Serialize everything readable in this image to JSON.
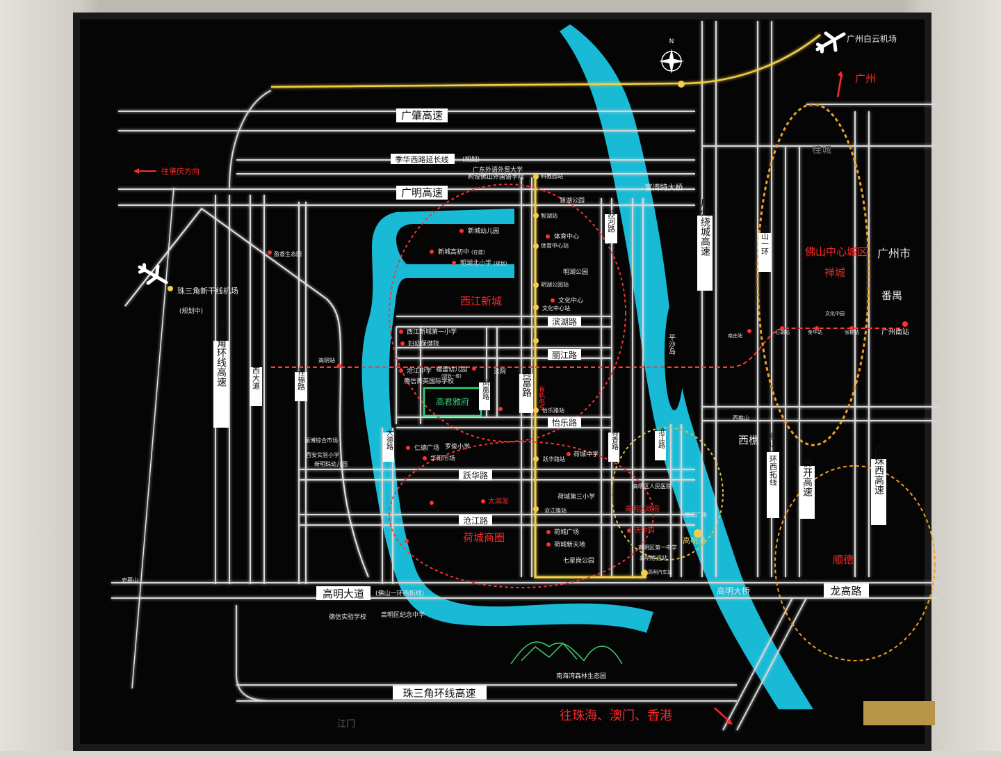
{
  "roads": {
    "guangzhao": "广肇高速",
    "jihua_ext": "季华西路延长线",
    "jihua_ext_note": "(规划)",
    "guangming": "广明高速",
    "pearl_ring": "珠三角环线高速",
    "pearl_ring_vertical": "珠三角环线高速",
    "yangxi": "杨西大道",
    "xiangfu": "祥福路",
    "hefu": "荷富路",
    "suhe": "苏河路",
    "binhu": "滨湖路",
    "lijiang": "丽江路",
    "yile": "怡乐路",
    "dade": "大德路",
    "fenghuang": "凤凰路",
    "yuehua": "跃华路",
    "cangjiang": "沧江路",
    "hexiang": "荷香路",
    "cangjiang_v": "沧江路",
    "gaoming_ave": "高明大道",
    "gaoming_ave_note": "(佛山一环西拓线)",
    "gz_ring": "广州绕城高速",
    "fs_ring1": "佛山一环",
    "fs_ring1_west": "佛山一环西拓线",
    "fokai": "佛开高速",
    "guangzhu_west": "广珠西高速",
    "longgao": "龙高路",
    "fuwan_bridge": "富湾特大桥",
    "gaoming_bridge": "高明大桥"
  },
  "places": {
    "gz_airport": "广州白云机场",
    "guangzhou_arrow": "广州",
    "to_zhaoqing": "往肇庆方向",
    "pearl_airport": "珠三角新干线机场",
    "pearl_airport_note": "(规划中)",
    "gd_foreign_uni": "广东外语外贸大学",
    "gd_foreign_school": "附设佛山外国语学院",
    "kejiyuan_station": "科教园站",
    "zhihu_park": "智湖公园",
    "zhihu_station": "智湖站",
    "xincheng_kinder": "新城幼儿园",
    "xincheng_middle": "新城高初中",
    "xincheng_middle_note": "(在建)",
    "minghu_primary": "明湖北小学",
    "minghu_primary_note": "(规划)",
    "sports_center": "体育中心",
    "sports_center_station": "体育中心站",
    "minghu_park": "明湖公园",
    "minghu_park_station": "明湖公园站",
    "culture_center": "文化中心",
    "culture_center_station": "文化中心站",
    "xijiang_newtown": "西江新城",
    "yingxiang_park": "盈香生态园",
    "xijiang_primary1": "西江新城第一小学",
    "maternal_hospital": "妇幼保健院",
    "cangjiang_middle": "沧江中学",
    "kindergarten": "福蕾幼儿园",
    "kindergarten_note": "(规划一级)",
    "court": "法院",
    "intl_school": "德信菁英国际学校",
    "gaoming_station": "高明站",
    "project": "高君雅府",
    "youliu": "有轨电车",
    "yile_station": "怡乐路站",
    "station_label": "高明站",
    "lishui_market": "丽博综合市场",
    "xian_primary": "西安实验小学",
    "xinming_kinder": "新明珠幼儿园",
    "renyi_plaza": "仁德广场",
    "luoyou_primary": "罗俊小学",
    "huayang_market": "华阳市场",
    "yuehua_station": "跃华路站",
    "hecheng_middle": "荷城中学",
    "dayunfa": "大润发",
    "hecheng_no3": "荷城第三小学",
    "cangjiang_station": "沧江路站",
    "gaoming_hospital": "高明区人民医院",
    "gaoming_gov": "高明区政府",
    "hecheng_plaza": "荷城广场",
    "hecheng_xintiandi": "荷城新天地",
    "qixing_park": "七星岗公园",
    "walmart": "沃尔玛",
    "gaoming_no1": "高明区第一中学",
    "gaoming_bus": "高明客运站",
    "gaoming_bus_station": "高明汽车站",
    "century_plaza": "世纪广场",
    "gaoming_port": "高明港",
    "hecheng_circle": "荷城商圈",
    "pingsha": "平沙岛",
    "xiqiao": "西樵",
    "xiqiao_mt": "西樵山",
    "nanzhuang": "南庄站",
    "fs_center": "佛山中心城区",
    "chancheng": "禅城",
    "guicheng": "桂城",
    "gz_city": "广州市",
    "panyu": "番禺",
    "shunde": "顺德",
    "gz_south": "广州南站",
    "culture_station2": "文化中园",
    "shihu_station": "石湖站",
    "jinhua_station": "金华站",
    "zhangcha_station": "张槎站",
    "dehe_school": "德信实验学校",
    "gaoming_memorial": "高明区纪念中学",
    "ecopark": "南海湾森林生态园",
    "to_south": "往珠海、澳门、香港",
    "jiangmen": "江门",
    "gengshan": "皂幕山",
    "north": "N"
  }
}
